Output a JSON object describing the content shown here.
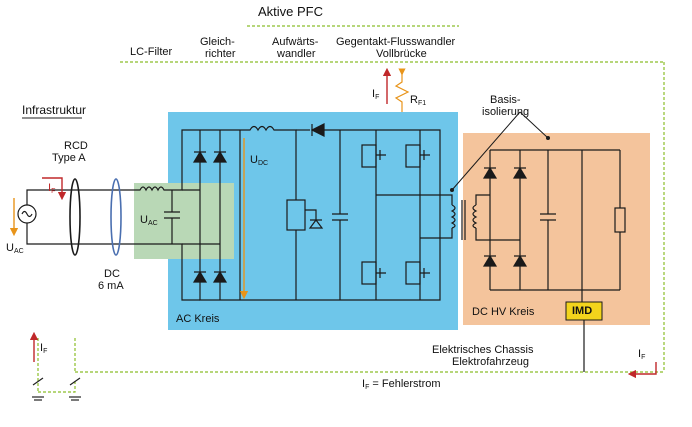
{
  "colors": {
    "ac_region": "#6ec6ea",
    "dc_region": "#f4c49c",
    "filter_region": "#b9d8b6",
    "imd_box": "#f2d41c",
    "ground_dash": "#8bbd2a",
    "fault_arrow": "#c0282a",
    "heat_arrow": "#e8941a",
    "uac_arrow": "#e8941a",
    "wire": "#1a1a1a"
  },
  "labels": {
    "aktive_pfc": "Aktive PFC",
    "lc_filter": "LC-Filter",
    "gleichrichter_1": "Gleich-",
    "gleichrichter_2": "richter",
    "aufwaerts_1": "Aufwärts-",
    "aufwaerts_2": "wandler",
    "gegentakt_1": "Gegentakt-Flusswandler",
    "gegentakt_2": "Vollbrücke",
    "infrastruktur": "Infrastruktur",
    "rcd_1": "RCD",
    "rcd_2": "Type A",
    "uac_left_main": "U",
    "uac_left_sub": "AC",
    "if_main": "I",
    "if_sub": "F",
    "uac_filter_main": "U",
    "uac_filter_sub": "AC",
    "udc_main": "U",
    "udc_sub": "DC",
    "rf1_main": "R",
    "rf1_sub": "F1",
    "if_top_main": "I",
    "if_top_sub": "F",
    "dc_1": "DC",
    "dc_2": "6 mA",
    "basis_1": "Basis-",
    "basis_2": "isolierung",
    "ac_kreis": "AC Kreis",
    "dc_hv_kreis": "DC HV Kreis",
    "imd": "IMD",
    "chassis_1": "Elektrisches Chassis",
    "chassis_2": "Elektrofahrzeug",
    "if_left_main": "I",
    "if_left_sub": "F",
    "if_right_main": "I",
    "if_right_sub": "F",
    "fehlerstrom_main": "I",
    "fehlerstrom_sub": "F",
    "fehlerstrom_rest": " = Fehlerstrom"
  }
}
